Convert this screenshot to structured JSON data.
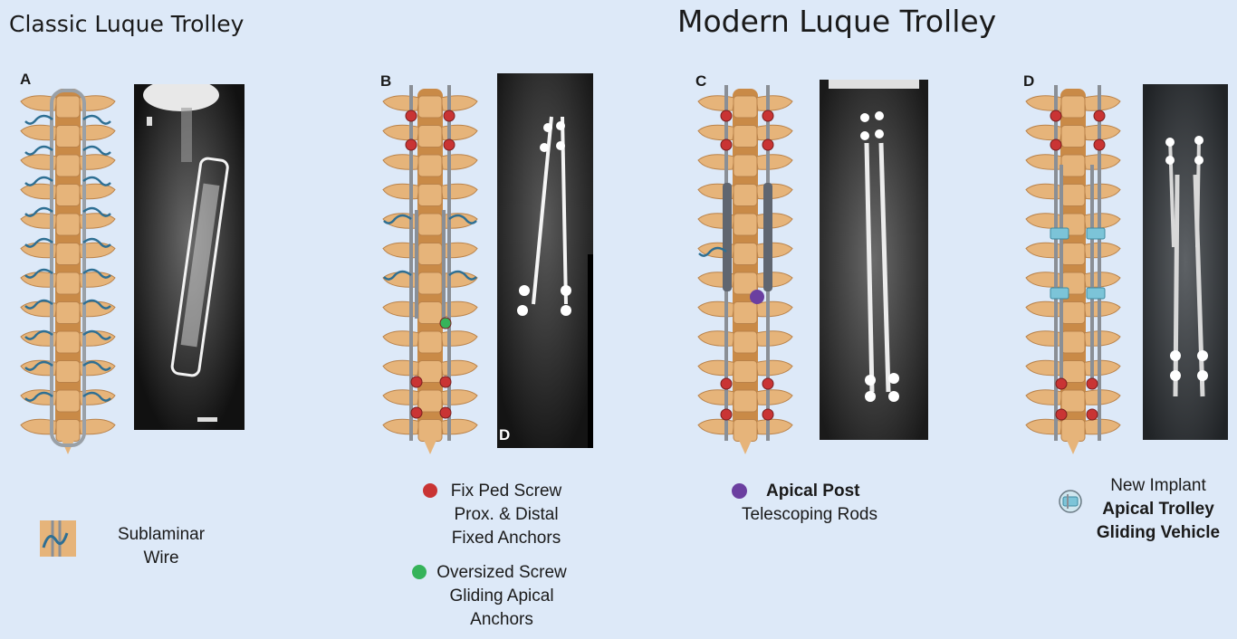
{
  "titles": {
    "classic": "Classic Luque Trolley",
    "modern": "Modern Luque Trolley"
  },
  "panels": {
    "a": {
      "letter": "A"
    },
    "b": {
      "letter": "B",
      "xray_letter": "D"
    },
    "c": {
      "letter": "C"
    },
    "d": {
      "letter": "D"
    }
  },
  "legend": {
    "sublaminar": [
      "Sublaminar",
      "Wire"
    ],
    "fix_ped": [
      "Fix Ped Screw",
      "Prox. & Distal",
      "Fixed Anchors"
    ],
    "oversized": [
      "Oversized Screw",
      "Gliding Apical",
      "Anchors"
    ],
    "apical_post": "Apical Post",
    "telescoping": "Telescoping Rods",
    "new_implant": "New Implant",
    "apical_trolley": "Apical Trolley",
    "gliding_vehicle": "Gliding Vehicle"
  },
  "colors": {
    "background": "#dde9f8",
    "vertebra": "#e6b47a",
    "vertebra_dark": "#c98a47",
    "rod": "#8a8f96",
    "wire": "#2e6f93",
    "fixed_screw": "#c93434",
    "gliding_screw": "#35b35a",
    "apical_post": "#6b3fa0",
    "trolley_vehicle": "#7cc4d8",
    "xray": "#0b0b0b"
  }
}
